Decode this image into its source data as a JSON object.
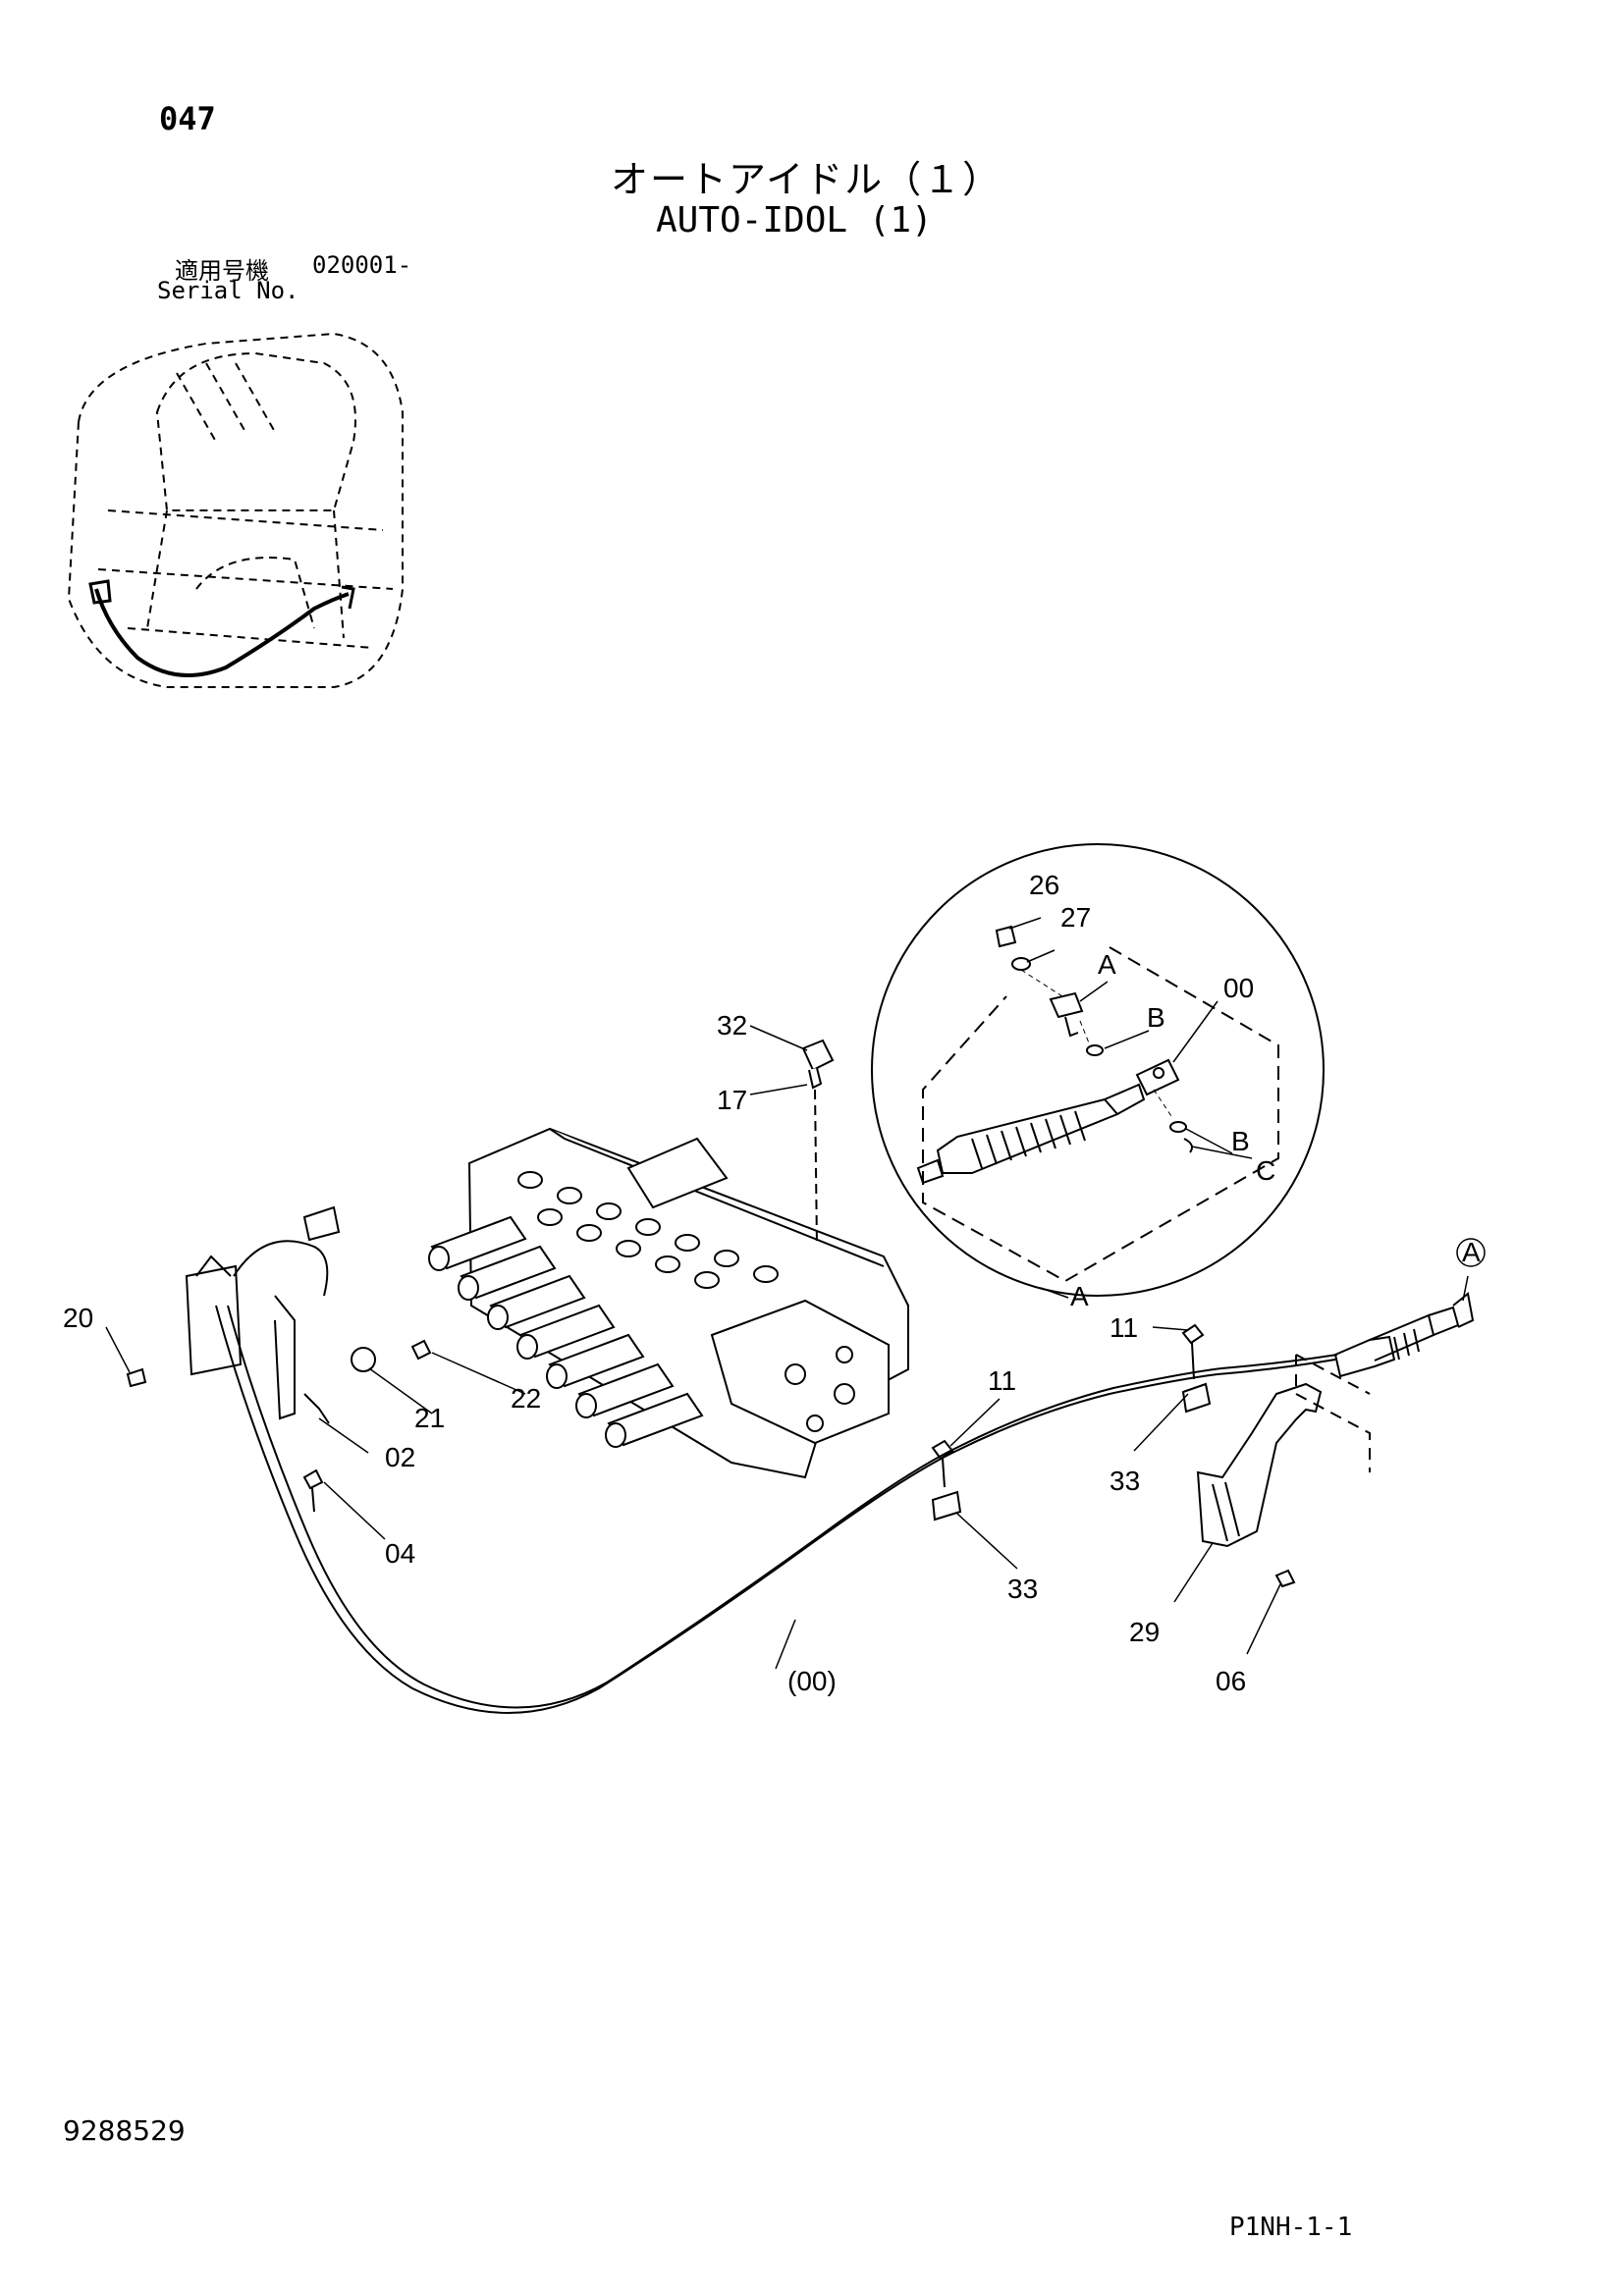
{
  "header": {
    "page_number": "047",
    "title_jp": "オートアイドル（１）",
    "title_en": "AUTO-IDOL (1)",
    "serial_label_jp": "適用号機",
    "serial_value": "020001-",
    "serial_label_en": "Serial No."
  },
  "callouts": {
    "c26": "26",
    "c27": "27",
    "cA1": "A",
    "cB1": "B",
    "c00": "00",
    "cB2": "B",
    "cC": "C",
    "cA2": "A",
    "c32": "32",
    "c17": "17",
    "cA3": "A",
    "c20": "20",
    "c21": "21",
    "c22": "22",
    "c02": "02",
    "c04": "04",
    "c11a": "11",
    "c11b": "11",
    "c33a": "33",
    "c33b": "33",
    "c29": "29",
    "c06": "06",
    "c00b": "(00)"
  },
  "footer": {
    "document_number": "9288529",
    "page_code": "P1NH-1-1"
  }
}
